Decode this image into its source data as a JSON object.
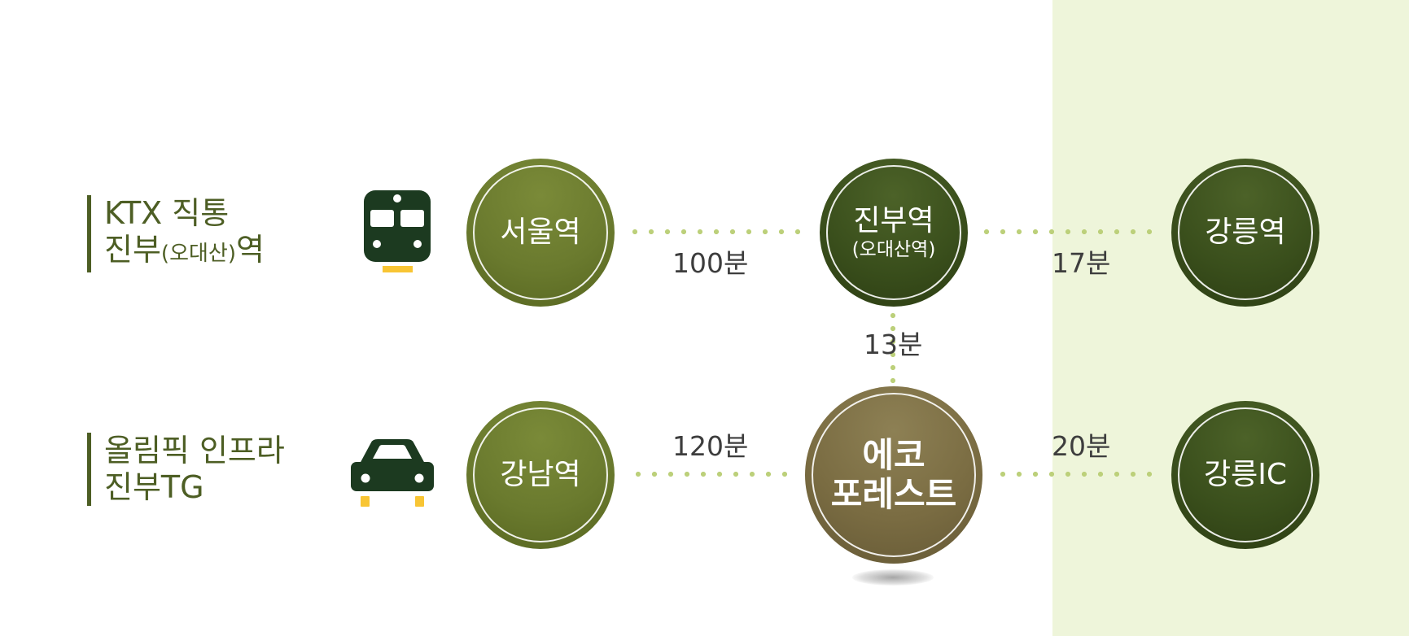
{
  "routes": {
    "ktx": {
      "line1": "KTX 직통",
      "line2_a": "진부",
      "line2_small": "(오대산)",
      "line2_b": "역"
    },
    "car": {
      "line1": "올림픽 인프라",
      "line2": "진부TG"
    }
  },
  "icons": {
    "ktx": "train-icon",
    "car": "car-icon"
  },
  "nodes": {
    "seoul": "서울역",
    "jinbu": "진부역",
    "jinbu_sub": "(오대산역)",
    "gangneung": "강릉역",
    "gangnam": "강남역",
    "eco_line1": "에코",
    "eco_line2": "포레스트",
    "gangneung_ic": "강릉IC"
  },
  "times": {
    "seoul_jinbu": "100분",
    "jinbu_gangneung": "17분",
    "jinbu_eco": "13분",
    "gangnam_eco": "120분",
    "eco_gangneung_ic": "20분"
  },
  "colors": {
    "label_green": "#4d5e24",
    "node_light": "#6a7a2e",
    "node_dark": "#3a4f1c",
    "node_main": "#7a6c42",
    "dots": "#bcd07a",
    "panel_bg": "#eef5da",
    "icon_dark": "#1c3a20",
    "icon_accent": "#f8c534"
  }
}
